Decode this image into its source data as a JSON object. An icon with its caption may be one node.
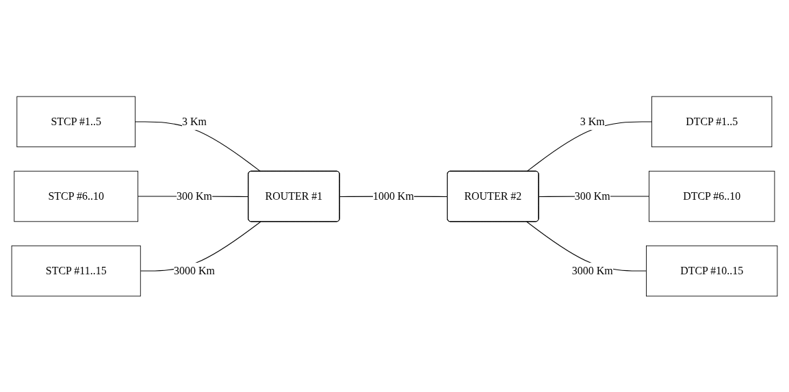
{
  "diagram": {
    "nodes": [
      {
        "text": [
          "STCP #1..5"
        ]
      },
      {
        "text": [
          "STCP #6..10"
        ]
      },
      {
        "text": [
          "STCP #11..15"
        ]
      },
      {
        "text": [
          "ROUTER #1"
        ]
      },
      {
        "text": [
          "ROUTER #2"
        ]
      },
      {
        "text": [
          "DTCP #1..5"
        ]
      },
      {
        "text": [
          "DTCP #6..10"
        ]
      },
      {
        "text": [
          "DTCP #10..15"
        ]
      }
    ],
    "edges": [
      {
        "from": 0,
        "to": 3,
        "arrow": "none",
        "label": "3 Km"
      },
      {
        "from": 1,
        "to": 3,
        "arrow": "none",
        "label": "300 Km"
      },
      {
        "from": 2,
        "to": 3,
        "arrow": "none",
        "label": "3000 Km"
      },
      {
        "from": 3,
        "to": 4,
        "arrow": "none",
        "label": "1000 Km"
      },
      {
        "from": 4,
        "to": 5,
        "arrow": "none",
        "label": "3 Km"
      },
      {
        "from": 4,
        "to": 6,
        "arrow": "none",
        "label": "300 Km"
      },
      {
        "from": 4,
        "to": 7,
        "arrow": "none",
        "label": "3000 Km"
      }
    ]
  }
}
